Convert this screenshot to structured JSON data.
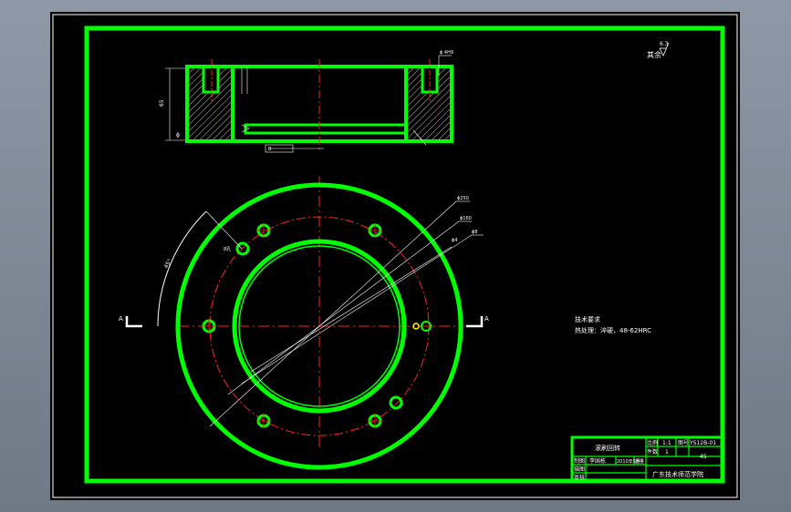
{
  "colors": {
    "background": "#000000",
    "frame": "#00ff00",
    "centerline": "#ff2020",
    "text": "#ffffff",
    "hatch": "#bfbfbf",
    "yellow": "#ffff00",
    "chrome": "#8e98a6"
  },
  "drawing": {
    "roughness_symbol": {
      "value": "6.3",
      "text": "其余"
    },
    "section_view": {
      "height_dim": "65",
      "dim_top": "ϕ 4H9",
      "dim_side": "B",
      "dim_small": "ϕ"
    },
    "plan_view": {
      "section_marker_left": "A",
      "section_marker_right": "A",
      "angle_label": "45°",
      "hole_label": "8孔",
      "dia_1": "ϕ250",
      "dia_2": "ϕ160",
      "dia_3": "ϕ8",
      "dia_4": "ϕ4"
    },
    "tech_requirements": {
      "title": "技术要求",
      "line1": "热处理：淬硬，48-62HRC"
    },
    "title_block": {
      "part_name": "滚刷回转",
      "scale_label": "比例",
      "scale_value": "1:1",
      "sheet_label": "图号",
      "drawing_no": "YS12B-01",
      "qty_label": "件数",
      "qty_value": "1",
      "material": "45",
      "designer_label": "制图",
      "designer_name": "李国栋",
      "date": "2010年5月",
      "weight_label": "重量",
      "checker_label": "描图",
      "approver_label": "审核",
      "school": "广东技术师范学院"
    }
  }
}
